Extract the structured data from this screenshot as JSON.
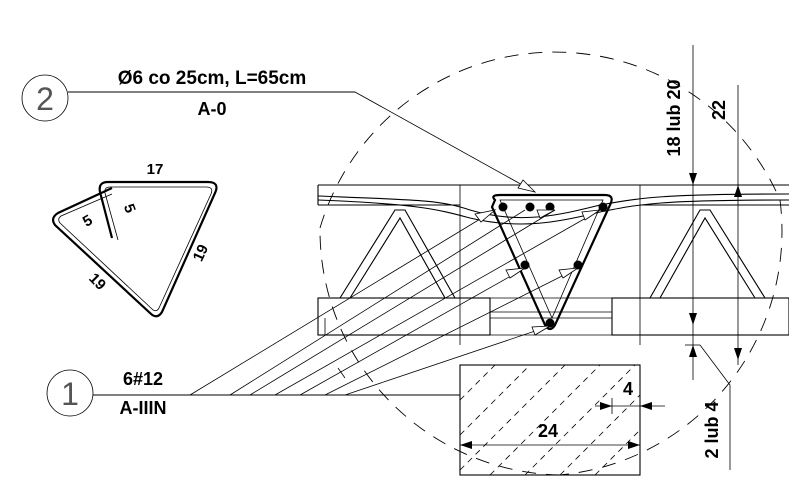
{
  "callouts": {
    "c2": {
      "number": "2",
      "spec": "Ø6 co 25cm, L=65cm",
      "steel": "A-0"
    },
    "c1": {
      "number": "1",
      "spec": "6#12",
      "steel": "A-IIIN"
    }
  },
  "stirrup": {
    "top": "17",
    "left": "19",
    "right": "19",
    "hook_a": "5",
    "hook_b": "5"
  },
  "dimensions": {
    "depth_a": "18 lub 20",
    "depth_b": "22",
    "cover": "2 lub 4",
    "width": "24",
    "small": "4"
  }
}
